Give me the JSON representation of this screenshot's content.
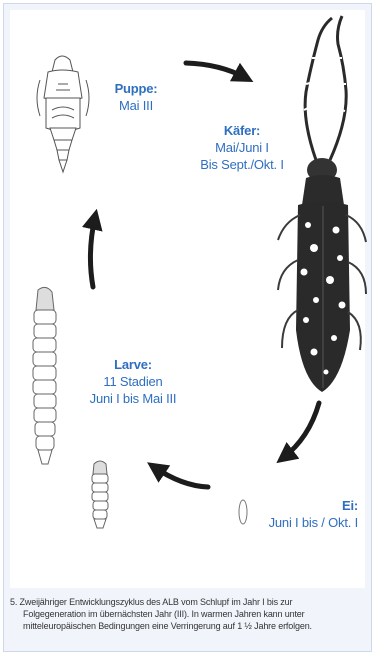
{
  "stages": {
    "puppe": {
      "title": "Puppe:",
      "lines": [
        "Mai III"
      ]
    },
    "kaefer": {
      "title": "Käfer:",
      "lines": [
        "Mai/Juni I",
        "Bis Sept./Okt. I"
      ]
    },
    "ei": {
      "title": "Ei:",
      "lines": [
        "Juni I bis / Okt. I"
      ]
    },
    "larve": {
      "title": "Larve:",
      "lines": [
        "11 Stadien",
        "Juni I bis Mai III"
      ]
    }
  },
  "caption": {
    "lines": [
      "5. Zweijähriger Entwicklungszyklus des ALB vom Schlupf im Jahr I bis zur",
      "Folgegeneration im übernächsten Jahr (III). In warmen Jahren kann unter",
      "mitteleuropäischen Bedingungen eine Verringerung auf 1 ½ Jahre erfolgen."
    ]
  },
  "colors": {
    "label_blue": "#2f6fbf",
    "caption_bg": "#f1f5fb",
    "arrow": "#1c1c1c"
  },
  "icons": [
    "pupa-illustration",
    "beetle-illustration",
    "egg-illustration",
    "larva-illustration",
    "cycle-arrow-icon"
  ]
}
